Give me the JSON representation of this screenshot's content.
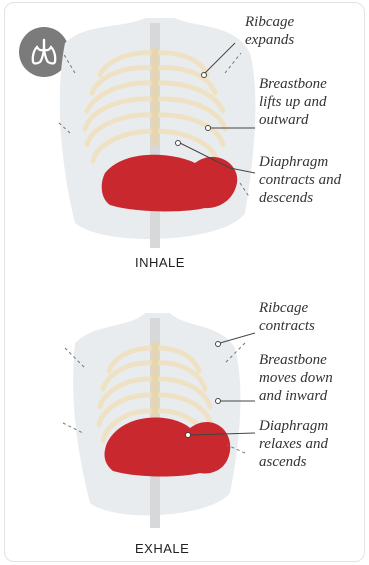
{
  "icon": "lungs-icon",
  "colors": {
    "rib": "#efe2c4",
    "diaphragm": "#c8282e",
    "body": "#e9ecee",
    "badge": "#7b7b7b"
  },
  "inhale": {
    "caption": "INHALE",
    "labels": {
      "ribcage": "Ribcage\nexpands",
      "breastbone": "Breastbone\nlifts up and\noutward",
      "diaphragm": "Diaphragm\ncontracts and\ndescends"
    }
  },
  "exhale": {
    "caption": "EXHALE",
    "labels": {
      "ribcage": "Ribcage\ncontracts",
      "breastbone": "Breastbone\nmoves down\nand inward",
      "diaphragm": "Diaphragm\nrelaxes and\nascends"
    }
  }
}
